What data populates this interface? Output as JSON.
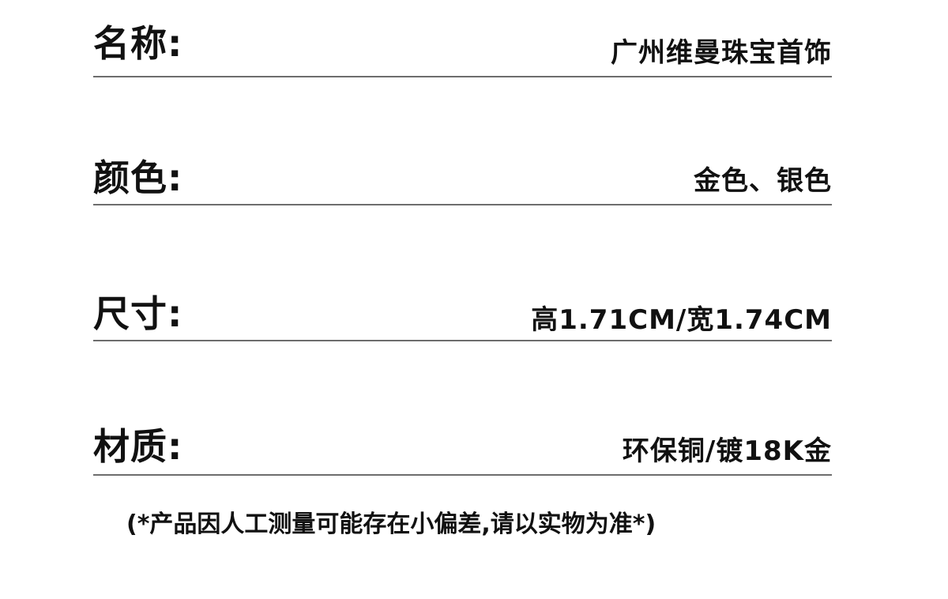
{
  "specs": {
    "name": {
      "label": "名称:",
      "value": "广州维曼珠宝首饰"
    },
    "color": {
      "label": "颜色:",
      "value": "金色、银色"
    },
    "size": {
      "label": "尺寸:",
      "value": "高1.71CM/宽1.74CM"
    },
    "material": {
      "label": "材质:",
      "value": "环保铜/镀18K金"
    }
  },
  "disclaimer": "(*产品因人工测量可能存在小偏差,请以实物为准*)",
  "colors": {
    "background": "#ffffff",
    "text": "#111111",
    "divider": "#6d6d6d"
  }
}
